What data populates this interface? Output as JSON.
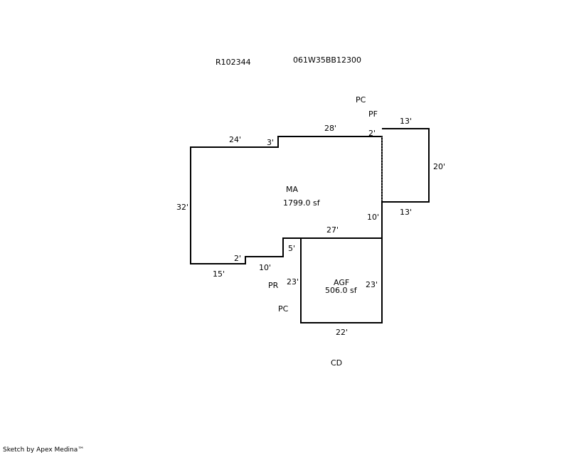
{
  "header": {
    "account_id": "R102344",
    "map_tax_lot": "061W35BB12300"
  },
  "area_codes": {
    "pc_top": "PC",
    "pf": "PF",
    "pr": "PR",
    "pc_bottom": "PC",
    "cd": "CD"
  },
  "areas": {
    "main": {
      "code": "MA",
      "area": "1799.0 sf"
    },
    "garage": {
      "code": "AGF",
      "area": "506.0 sf"
    }
  },
  "dimensions": {
    "main_top_left": "24'",
    "main_step_top": "3'",
    "main_top_right": "28'",
    "main_step_right": "2'",
    "main_left": "32'",
    "main_bottom_left": "15'",
    "main_step_bottom": "2'",
    "main_bottom_mid": "10'",
    "main_step_5": "5'",
    "main_bottom_right": "27'",
    "main_right_lower": "10'",
    "porch_top": "13'",
    "porch_right": "20'",
    "porch_bottom": "13'",
    "garage_left": "23'",
    "garage_right": "23'",
    "garage_bottom": "22'"
  },
  "colors": {
    "line": "#000000",
    "dashed": "#888888",
    "background": "#ffffff"
  },
  "footer": {
    "credit": "Sketch by Apex Medina™"
  }
}
